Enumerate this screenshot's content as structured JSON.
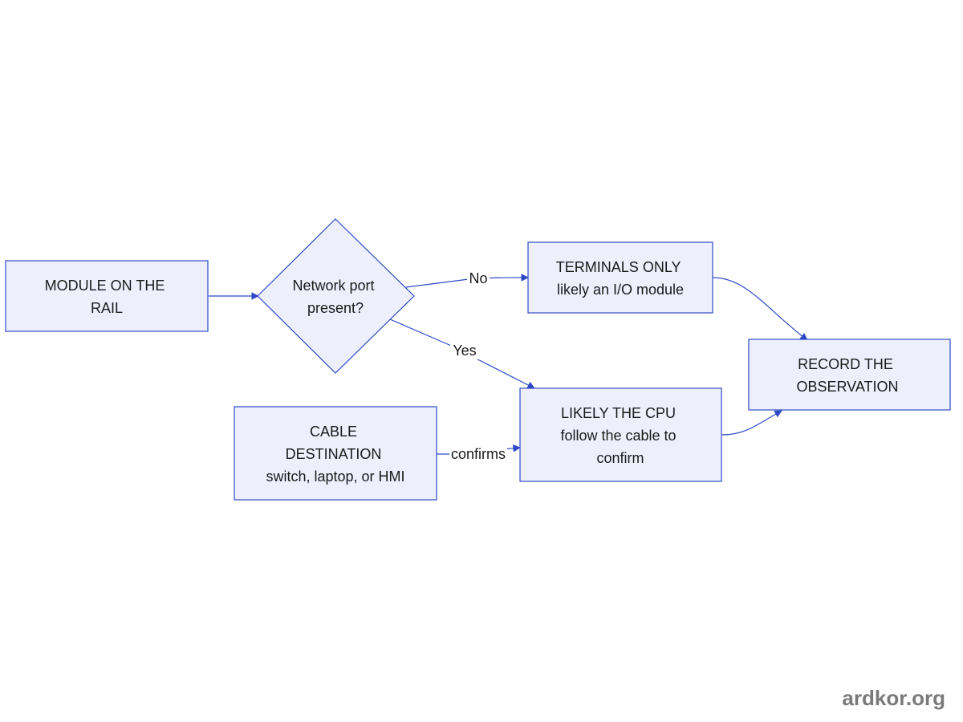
{
  "nodes": {
    "module": {
      "lines": [
        "MODULE ON THE",
        "RAIL"
      ]
    },
    "decision": {
      "lines": [
        "Network port",
        "present?"
      ]
    },
    "terminals": {
      "lines": [
        "TERMINALS ONLY",
        "likely an I/O module"
      ]
    },
    "cpu": {
      "lines": [
        "LIKELY THE CPU",
        "follow the cable to",
        "confirm"
      ]
    },
    "cable": {
      "lines": [
        "CABLE",
        "DESTINATION",
        "switch, laptop, or HMI"
      ]
    },
    "record": {
      "lines": [
        "RECORD THE",
        "OBSERVATION"
      ]
    }
  },
  "edges": {
    "no": {
      "label": "No"
    },
    "yes": {
      "label": "Yes"
    },
    "confirms": {
      "label": "confirms"
    }
  },
  "watermark": "ardkor.org",
  "colors": {
    "fill": "#edf0fc",
    "stroke": "#2f49c6",
    "text": "#1a1a1a",
    "watermark": "#7a7a7a"
  }
}
